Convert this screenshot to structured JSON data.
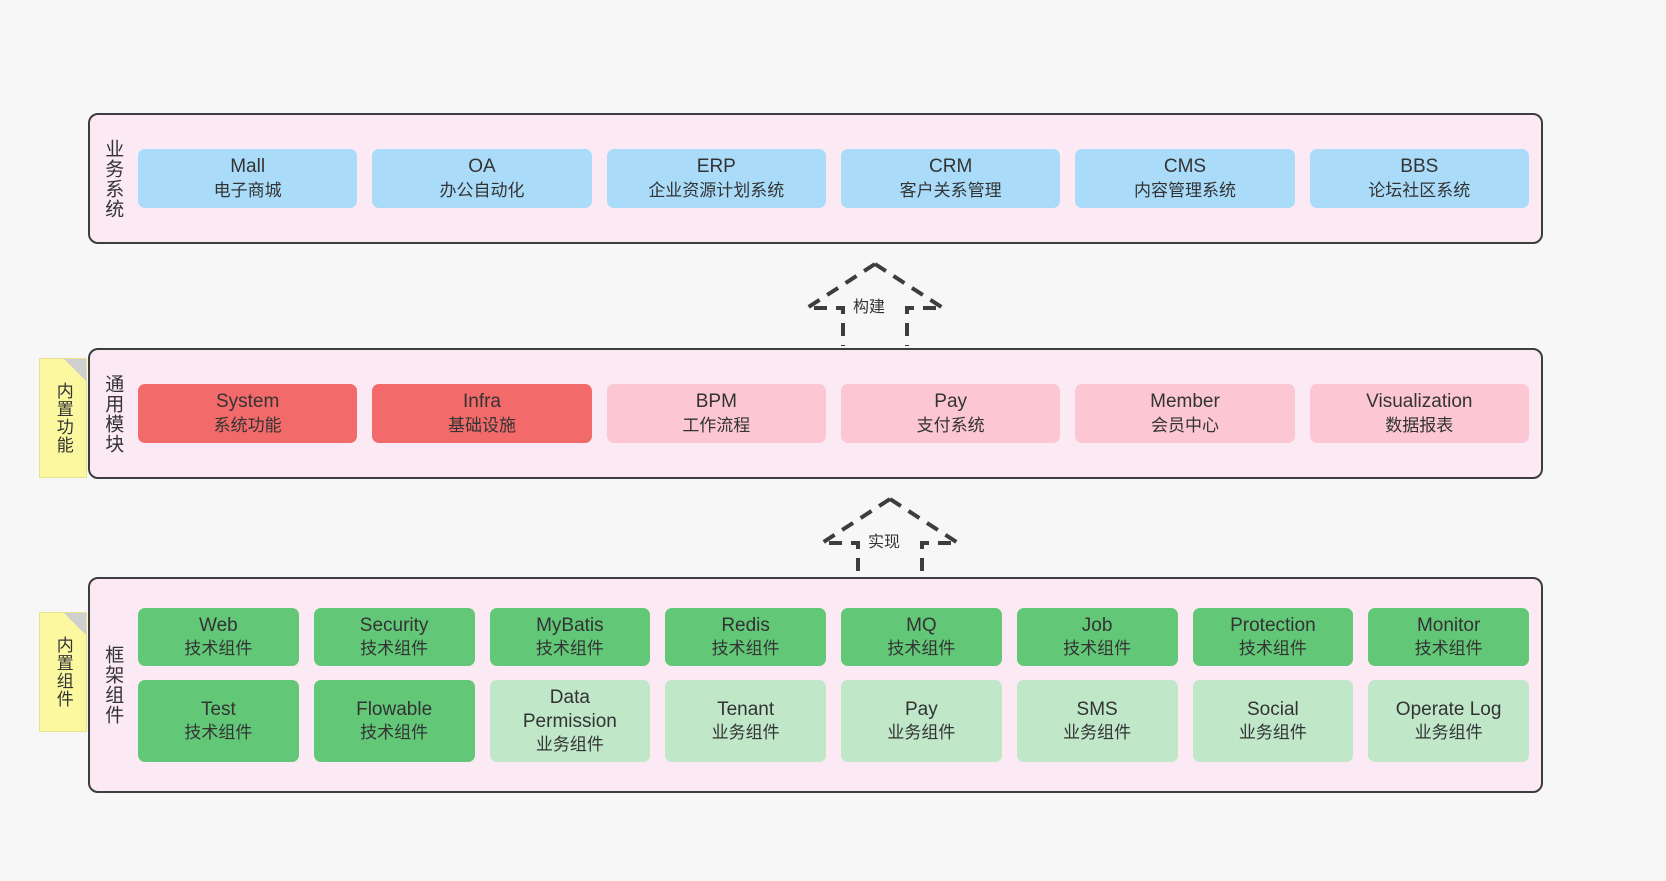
{
  "diagram": {
    "background_color": "#f7f7f7",
    "layer_fill": "#fbeaf4",
    "layer_border": "#3d3d3d"
  },
  "layers": [
    {
      "id": "business-system",
      "title": "业务系统",
      "card_color": "#aadcfa",
      "rows": [
        [
          {
            "en": "Mall",
            "cn": "电子商城"
          },
          {
            "en": "OA",
            "cn": "办公自动化"
          },
          {
            "en": "ERP",
            "cn": "企业资源计划系统"
          },
          {
            "en": "CRM",
            "cn": "客户关系管理"
          },
          {
            "en": "CMS",
            "cn": "内容管理系统"
          },
          {
            "en": "BBS",
            "cn": "论坛社区系统"
          }
        ]
      ]
    },
    {
      "id": "common-module",
      "title": "通用模块",
      "sticky": "内置功能",
      "rows": [
        [
          {
            "en": "System",
            "cn": "系统功能",
            "color": "#f36a6a"
          },
          {
            "en": "Infra",
            "cn": "基础设施",
            "color": "#f36a6a"
          },
          {
            "en": "BPM",
            "cn": "工作流程",
            "color": "#fcc7d2"
          },
          {
            "en": "Pay",
            "cn": "支付系统",
            "color": "#fcc7d2"
          },
          {
            "en": "Member",
            "cn": "会员中心",
            "color": "#fcc7d2"
          },
          {
            "en": "Visualization",
            "cn": "数据报表",
            "color": "#fcc7d2"
          }
        ]
      ]
    },
    {
      "id": "framework-component",
      "title": "框架组件",
      "sticky": "内置组件",
      "rows": [
        [
          {
            "en": "Web",
            "cn": "技术组件",
            "color": "#62c878"
          },
          {
            "en": "Security",
            "cn": "技术组件",
            "color": "#62c878"
          },
          {
            "en": "MyBatis",
            "cn": "技术组件",
            "color": "#62c878"
          },
          {
            "en": "Redis",
            "cn": "技术组件",
            "color": "#62c878"
          },
          {
            "en": "MQ",
            "cn": "技术组件",
            "color": "#62c878"
          },
          {
            "en": "Job",
            "cn": "技术组件",
            "color": "#62c878"
          },
          {
            "en": "Protection",
            "cn": "技术组件",
            "color": "#62c878"
          },
          {
            "en": "Monitor",
            "cn": "技术组件",
            "color": "#62c878"
          }
        ],
        [
          {
            "en": "Test",
            "cn": "技术组件",
            "color": "#62c878"
          },
          {
            "en": "Flowable",
            "cn": "技术组件",
            "color": "#62c878"
          },
          {
            "en": "Data Permission",
            "cn": "业务组件",
            "color": "#bfe7c8"
          },
          {
            "en": "Tenant",
            "cn": "业务组件",
            "color": "#bfe7c8"
          },
          {
            "en": "Pay",
            "cn": "业务组件",
            "color": "#bfe7c8"
          },
          {
            "en": "SMS",
            "cn": "业务组件",
            "color": "#bfe7c8"
          },
          {
            "en": "Social",
            "cn": "业务组件",
            "color": "#bfe7c8"
          },
          {
            "en": "Operate Log",
            "cn": "业务组件",
            "color": "#bfe7c8"
          }
        ]
      ]
    }
  ],
  "connectors": [
    {
      "id": "build",
      "label": "构建"
    },
    {
      "id": "implement",
      "label": "实现"
    }
  ]
}
